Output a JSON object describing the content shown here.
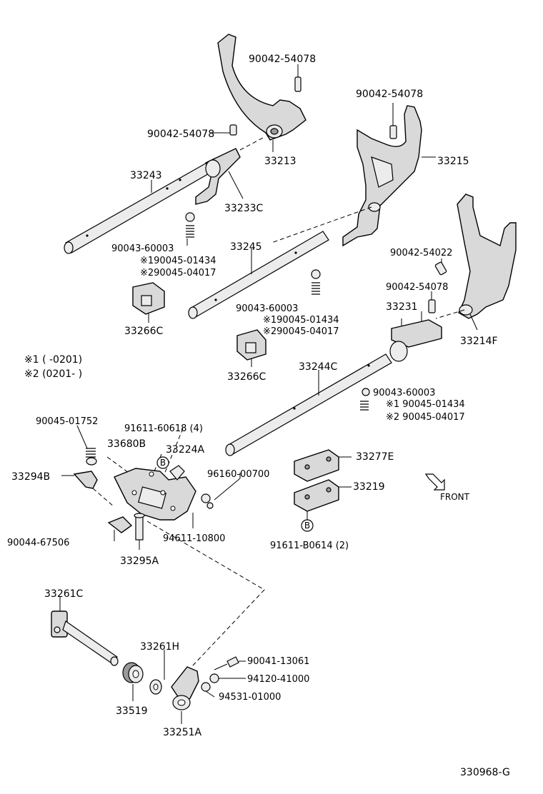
{
  "footer_code": "330968-G",
  "notes": {
    "n1": "※1 (        -0201)",
    "n2": "※2 (0201-        )"
  },
  "labels": {
    "p90042_54078_a": "90042-54078",
    "p90042_54078_b": "90042-54078",
    "p90042_54078_c": "90042-54078",
    "p90042_54078_d": "90042-54078",
    "p33213": "33213",
    "p33215": "33215",
    "p33243": "33243",
    "p33233c": "33233C",
    "p90043_60003_a": "90043-60003",
    "p90045_01434_a": "※190045-01434",
    "p90045_04017_a": "※290045-04017",
    "p33245": "33245",
    "p90042_54022": "90042-54022",
    "p90043_60003_b": "90043-60003",
    "p90045_01434_b": "※190045-01434",
    "p90045_04017_b": "※290045-04017",
    "p33231": "33231",
    "p33214f": "33214F",
    "p33266c_a": "33266C",
    "p33266c_b": "33266C",
    "p33244c": "33244C",
    "p90043_60003_c": "90043-60003",
    "p90045_01434_c": "※1 90045-01434",
    "p90045_04017_c": "※2 90045-04017",
    "p90045_01752": "90045-01752",
    "p91611_60618": "91611-60618 (4)",
    "p33680b": "33680B",
    "p33224a": "33224A",
    "p33294b": "33294B",
    "p96160_00700": "96160-00700",
    "p33277e": "33277E",
    "p33219": "33219",
    "front": "FRONT",
    "p90044_67506": "90044-67506",
    "p94611_10800": "94611-10800",
    "p91611_b0614": "91611-B0614 (2)",
    "p33295a": "33295A",
    "p33261c": "33261C",
    "p33261h": "33261H",
    "p90041_13061": "90041-13061",
    "p94120_41000": "94120-41000",
    "p94531_01000": "94531-01000",
    "p33519": "33519",
    "p33251a": "33251A",
    "b_mark_a": "B",
    "b_mark_b": "B"
  }
}
